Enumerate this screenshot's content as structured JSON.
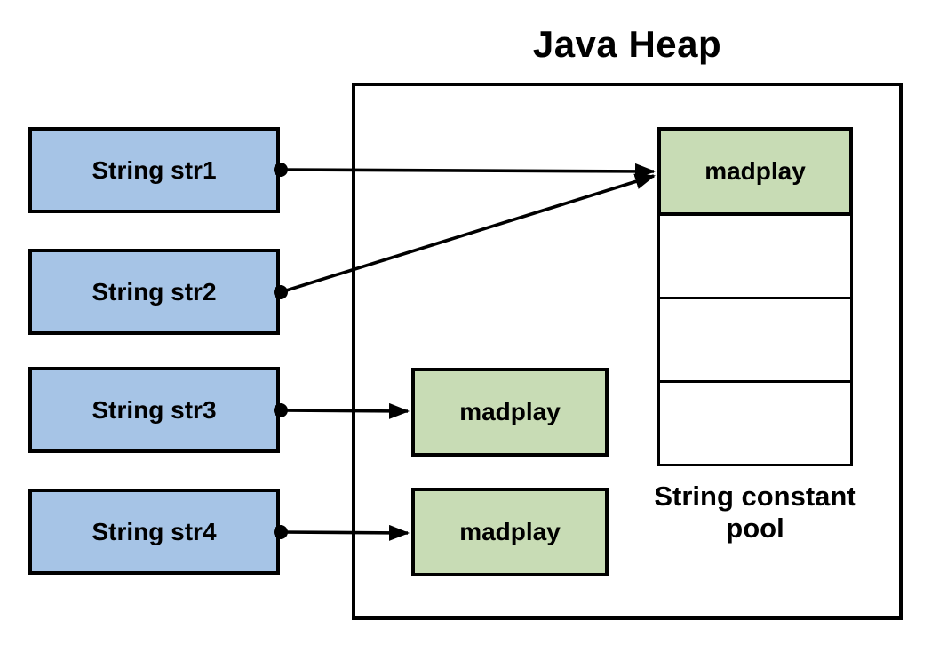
{
  "title": "Java Heap",
  "colors": {
    "box_blue": "#a6c4e6",
    "box_green": "#c8dcb5",
    "line_black": "#000000",
    "bg": "#ffffff"
  },
  "references": [
    {
      "label": "String str1"
    },
    {
      "label": "String str2"
    },
    {
      "label": "String str3"
    },
    {
      "label": "String str4"
    }
  ],
  "heap": {
    "objects": [
      {
        "value": "madplay"
      },
      {
        "value": "madplay"
      }
    ],
    "pool": {
      "label": "String constant pool",
      "cells": [
        {
          "value": "madplay",
          "highlight": true
        },
        {
          "value": ""
        },
        {
          "value": ""
        },
        {
          "value": ""
        }
      ]
    }
  },
  "arrows": [
    {
      "name": "str1-to-pool-madplay",
      "from": "String str1",
      "to": "pool madplay"
    },
    {
      "name": "str2-to-pool-madplay",
      "from": "String str2",
      "to": "pool madplay"
    },
    {
      "name": "str3-to-heap-madplay-1",
      "from": "String str3",
      "to": "heap madplay 1"
    },
    {
      "name": "str4-to-heap-madplay-2",
      "from": "String str4",
      "to": "heap madplay 2"
    }
  ]
}
